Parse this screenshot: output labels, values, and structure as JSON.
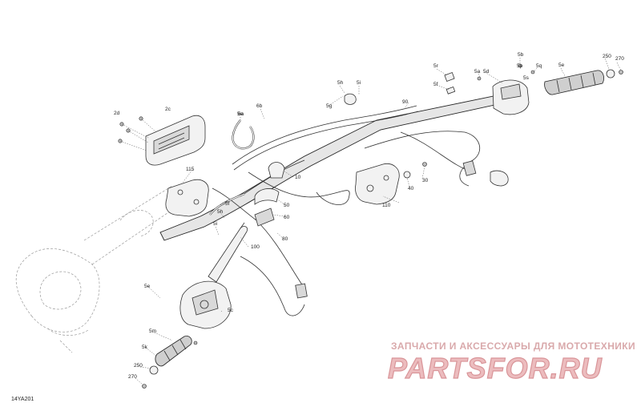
{
  "diagram_code": "14YA201",
  "callouts": [
    {
      "id": "2c",
      "text": "2c"
    },
    {
      "id": "2d",
      "text": "2d"
    },
    {
      "id": "5a",
      "text": "5a"
    },
    {
      "id": "5b",
      "text": "5b"
    },
    {
      "id": "5c",
      "text": "5c"
    },
    {
      "id": "5d",
      "text": "5d"
    },
    {
      "id": "5e-right",
      "text": "5e"
    },
    {
      "id": "5e-left",
      "text": "5e"
    },
    {
      "id": "5e-top",
      "text": "5e"
    },
    {
      "id": "5f-top",
      "text": "5f"
    },
    {
      "id": "5f-mid",
      "text": "5f"
    },
    {
      "id": "5g",
      "text": "5g"
    },
    {
      "id": "5h-top",
      "text": "5h"
    },
    {
      "id": "5h-mid",
      "text": "5h"
    },
    {
      "id": "5i-top",
      "text": "5i"
    },
    {
      "id": "5i-mid",
      "text": "5i"
    },
    {
      "id": "5m",
      "text": "5m"
    },
    {
      "id": "5k",
      "text": "5k"
    },
    {
      "id": "5p",
      "text": "5p"
    },
    {
      "id": "5q",
      "text": "5q"
    },
    {
      "id": "5r",
      "text": "5r"
    },
    {
      "id": "5s",
      "text": "5s"
    },
    {
      "id": "6a",
      "text": "6a"
    },
    {
      "id": "6b",
      "text": "6b"
    },
    {
      "id": "10",
      "text": "10"
    },
    {
      "id": "30",
      "text": "30"
    },
    {
      "id": "40",
      "text": "40"
    },
    {
      "id": "50",
      "text": "50"
    },
    {
      "id": "60",
      "text": "60"
    },
    {
      "id": "80",
      "text": "80"
    },
    {
      "id": "90",
      "text": "90"
    },
    {
      "id": "100",
      "text": "100"
    },
    {
      "id": "110",
      "text": "110"
    },
    {
      "id": "115",
      "text": "115"
    },
    {
      "id": "250-right",
      "text": "250"
    },
    {
      "id": "250-left",
      "text": "250"
    },
    {
      "id": "270-right",
      "text": "270"
    },
    {
      "id": "270-left",
      "text": "270"
    }
  ],
  "watermark": {
    "subtitle": "ЗАПЧАСТИ И АКСЕССУАРЫ ДЛЯ МОТОТЕХНИКИ",
    "brand": "PARTSFOR.RU"
  }
}
